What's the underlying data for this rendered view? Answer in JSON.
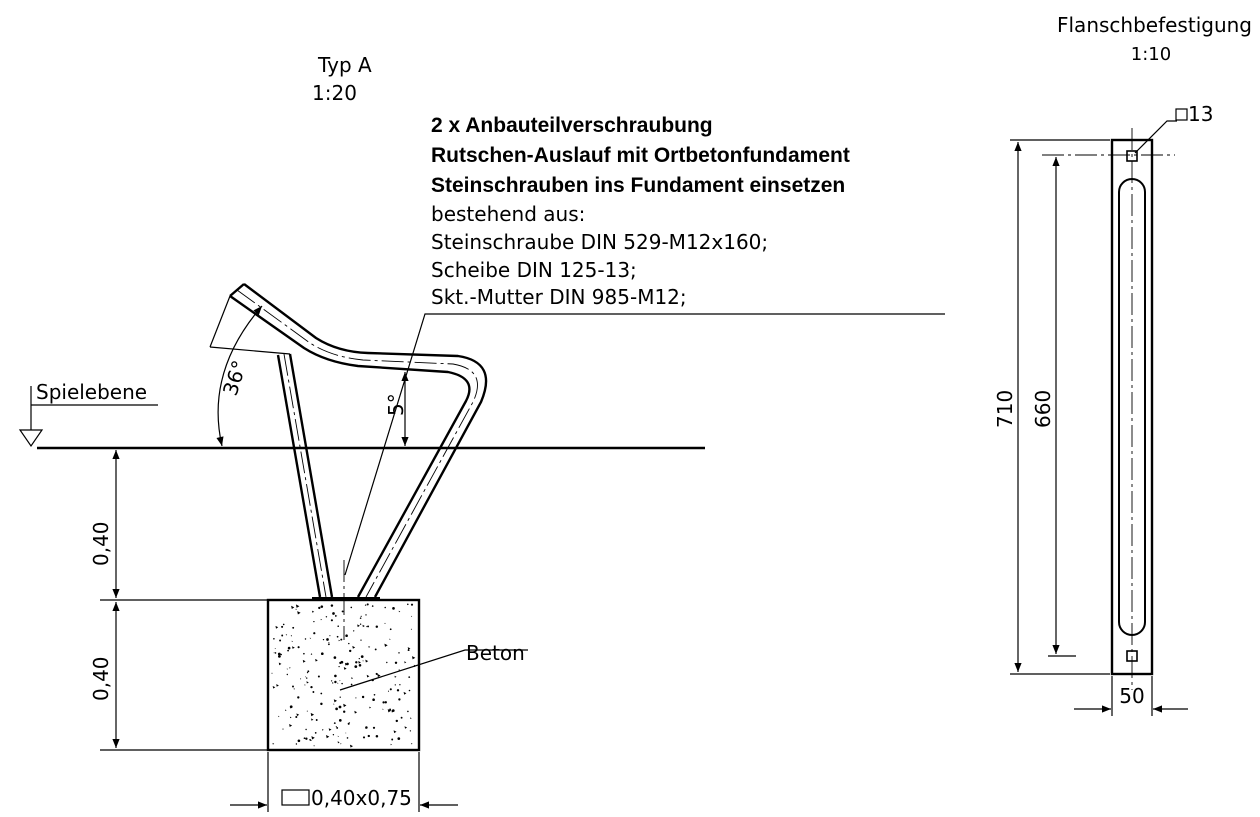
{
  "texts": {
    "typ_title": "Typ A",
    "typ_scale": "1:20",
    "note_line1": "2 x Anbauteilverschraubung",
    "note_line2": "Rutschen-Auslauf mit Ortbetonfundament",
    "note_line3": "Steinschrauben ins Fundament einsetzen",
    "note_line4": "bestehend aus:",
    "note_line5": "Steinschraube DIN 529-M12x160;",
    "note_line6": "Scheibe DIN 125-13;",
    "note_line7": "Skt.-Mutter DIN 985-M12;",
    "ground_label": "Spielebene",
    "angle_36": "36°",
    "angle_5": "5°",
    "dim_040_top": "0,40",
    "dim_040_bottom": "0,40",
    "beton_label": "Beton",
    "foundation_dim": "0,40x0,75",
    "flange_title": "Flanschbefestigung",
    "flange_scale": "1:10",
    "hole_size": "13",
    "dim_710": "710",
    "dim_660": "660",
    "dim_50": "50"
  }
}
